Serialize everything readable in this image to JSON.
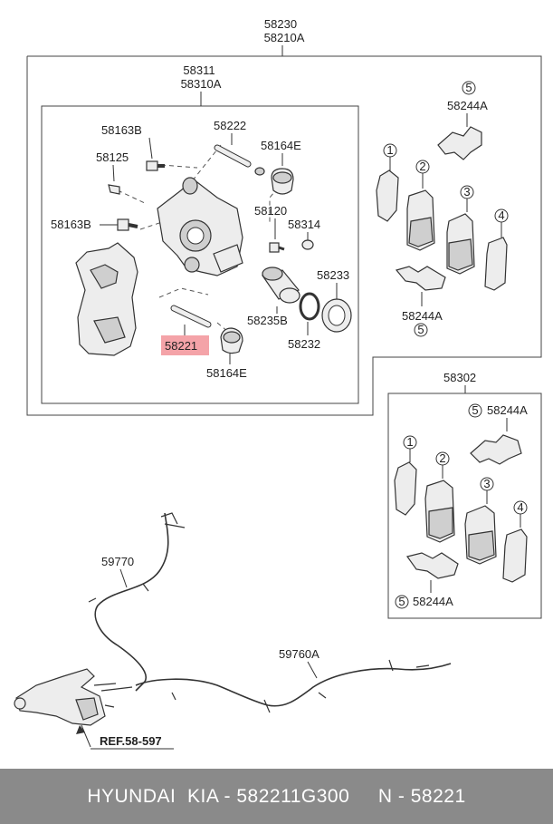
{
  "labels": {
    "assy_a": "58230",
    "assy_b": "58210A",
    "caliper_a": "58311",
    "caliper_b": "58310A",
    "l58163b_top": "58163B",
    "l58222": "58222",
    "l58164e_top": "58164E",
    "l58125": "58125",
    "l58163b_mid": "58163B",
    "l58120": "58120",
    "l58314": "58314",
    "l58233": "58233",
    "l58235b": "58235B",
    "l58221": "58221",
    "l58232": "58232",
    "l58164e_bot": "58164E",
    "l58244a_1": "58244A",
    "l58244a_2": "58244A",
    "kit": "58302",
    "l58244a_3": "58244A",
    "l58244a_4": "58244A",
    "l59770": "59770",
    "l59760a": "59760A",
    "ref": "REF.58-597"
  },
  "markers": {
    "n1": "1",
    "n2": "2",
    "n3": "3",
    "n4": "4",
    "n5": "5"
  },
  "highlight_color": "#f4a3a8",
  "footer_text": "HYUNDAI  KIA - 582211G300     N - 58221"
}
